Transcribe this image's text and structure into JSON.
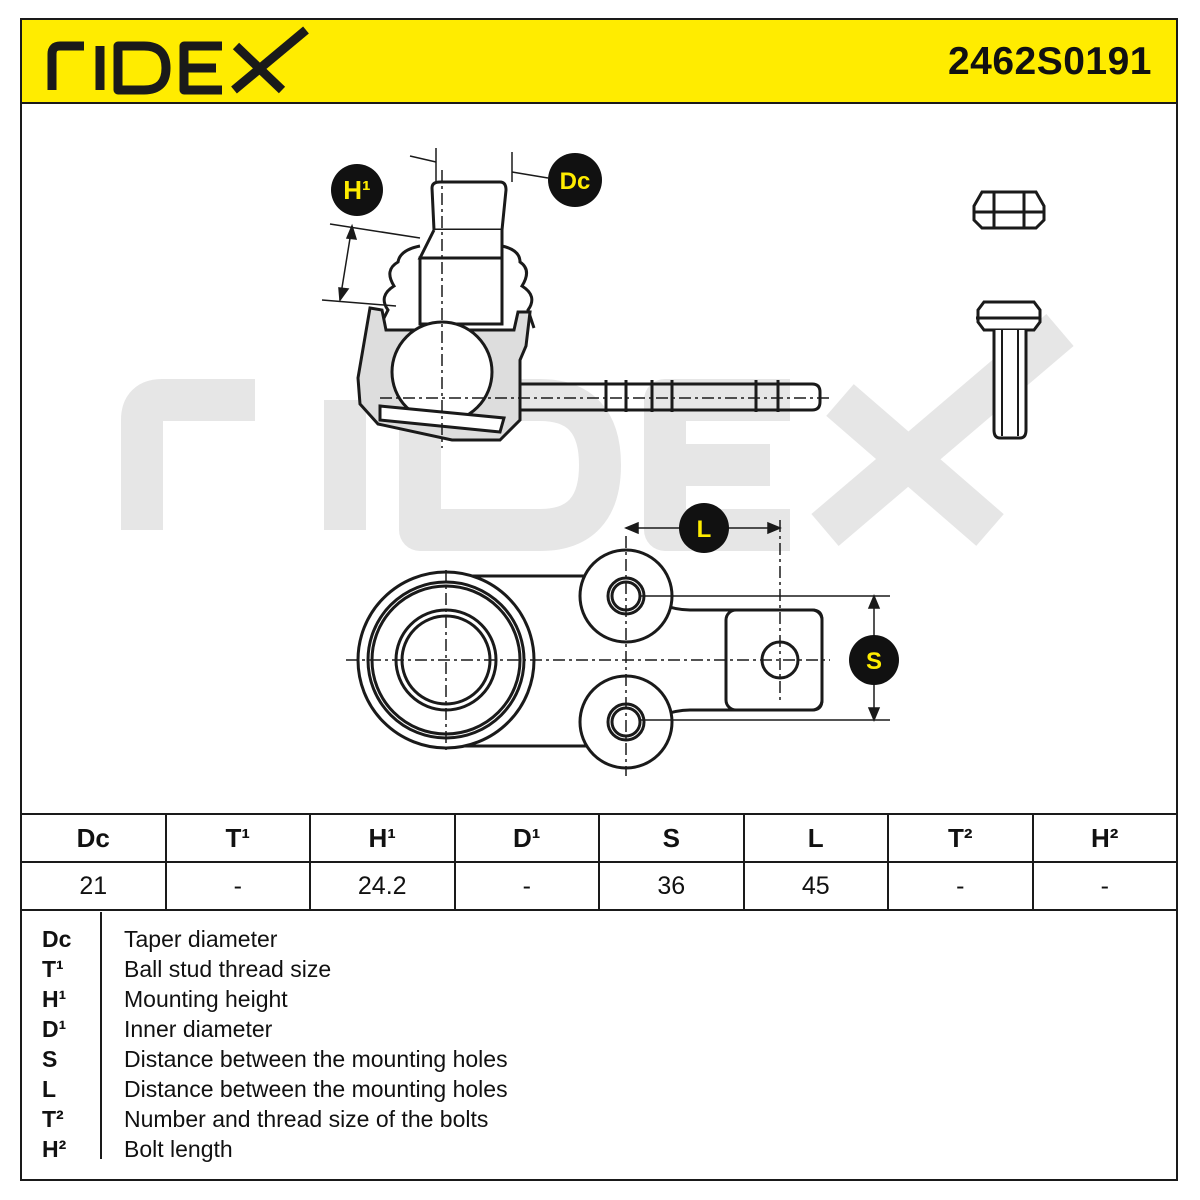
{
  "brand": "RIDEX",
  "part_number": "2462S0191",
  "labels": {
    "dc": "Dc",
    "h1": "H¹",
    "l": "L",
    "s": "S"
  },
  "table": {
    "headers": [
      "Dc",
      "T¹",
      "H¹",
      "D¹",
      "S",
      "L",
      "T²",
      "H²"
    ],
    "values": [
      "21",
      "-",
      "24.2",
      "-",
      "36",
      "45",
      "-",
      "-"
    ]
  },
  "legend": [
    {
      "symbol": "Dc",
      "description": "Taper diameter"
    },
    {
      "symbol": "T¹",
      "description": "Ball stud thread size"
    },
    {
      "symbol": "H¹",
      "description": "Mounting height"
    },
    {
      "symbol": "D¹",
      "description": "Inner diameter"
    },
    {
      "symbol": "S",
      "description": "Distance between the mounting holes"
    },
    {
      "symbol": "L",
      "description": "Distance between the mounting holes"
    },
    {
      "symbol": "T²",
      "description": "Number and thread size of the bolts"
    },
    {
      "symbol": "H²",
      "description": "Bolt length"
    }
  ],
  "colors": {
    "accent": "#ffec00",
    "ink": "#1a1a1a",
    "watermark": "#e6e6e6"
  }
}
